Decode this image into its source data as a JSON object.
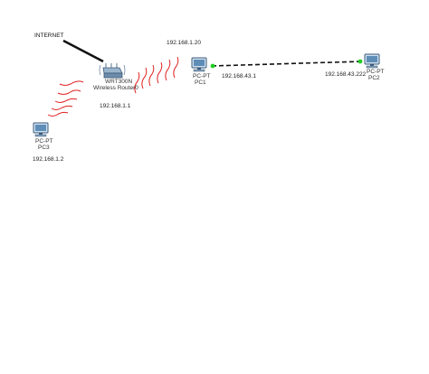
{
  "internet_label": "INTERNET",
  "router": {
    "model": "WRT300N",
    "name": "Wireless Router0",
    "ip": "192.168.1.1",
    "icon": "wireless-router-icon"
  },
  "pc1": {
    "type": "PC-PT",
    "name": "PC1",
    "ip_wireless": "192.168.1.20",
    "ip_wired": "192.168.43.1",
    "icon": "pc-icon"
  },
  "pc2": {
    "type": "PC-PT",
    "name": "PC2",
    "ip": "192.168.43.222",
    "icon": "pc-icon"
  },
  "pc3": {
    "type": "PC-PT",
    "name": "PC3",
    "ip": "192.168.1.2",
    "icon": "pc-icon"
  },
  "colors": {
    "wireless": "#e02020",
    "link_up": "#22cc22",
    "cable": "#111111"
  }
}
